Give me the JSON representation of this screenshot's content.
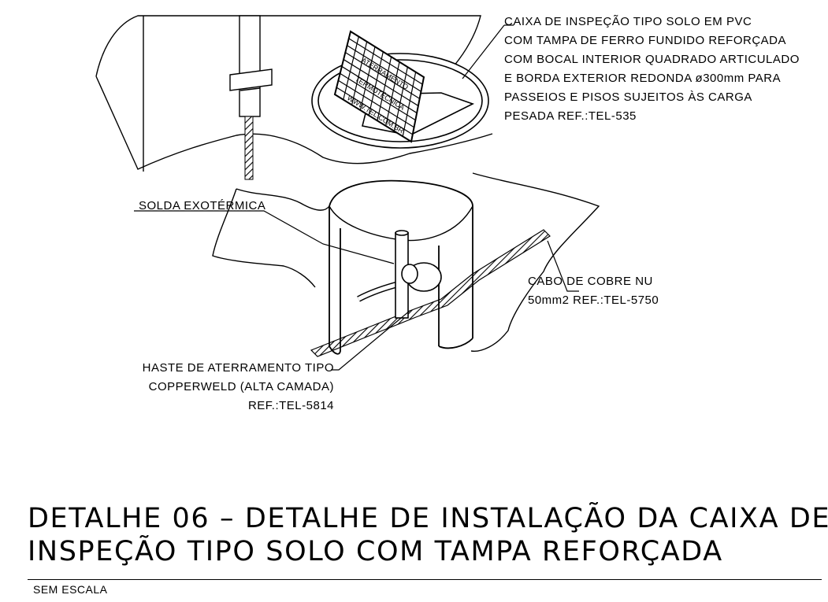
{
  "callouts": {
    "box": {
      "lines": [
        "CAIXA DE INSPEÇÃO TIPO SOLO EM PVC",
        "COM TAMPA DE FERRO FUNDIDO REFORÇADA",
        "COM BOCAL INTERIOR QUADRADO ARTICULADO",
        "E BORDA EXTERIOR REDONDA ø300mm PARA",
        "PASSEIOS E PISOS SUJEITOS ÀS CARGA",
        "PESADA REF.:TEL-535"
      ]
    },
    "solda": {
      "lines": [
        "SOLDA EXOTÉRMICA"
      ]
    },
    "cabo": {
      "lines": [
        "CABO DE COBRE NU",
        "50mm2 REF.:TEL-5750"
      ]
    },
    "haste": {
      "lines": [
        "HASTE DE ATERRAMENTO TIPO",
        "COPPERWELD (ALTA CAMADA)",
        "REF.:TEL-5814"
      ]
    }
  },
  "grate_lettering": [
    "ATERRAMENTO",
    "TERMOTÉCNICA",
    "WWW.TEL.COM.BR"
  ],
  "title": {
    "line1": "DETALHE 06 – DETALHE DE INSTALAÇÃO DA CAIXA DE",
    "line2": "INSPEÇÃO TIPO SOLO COM TAMPA REFORÇADA"
  },
  "scale_note": "SEM ESCALA"
}
